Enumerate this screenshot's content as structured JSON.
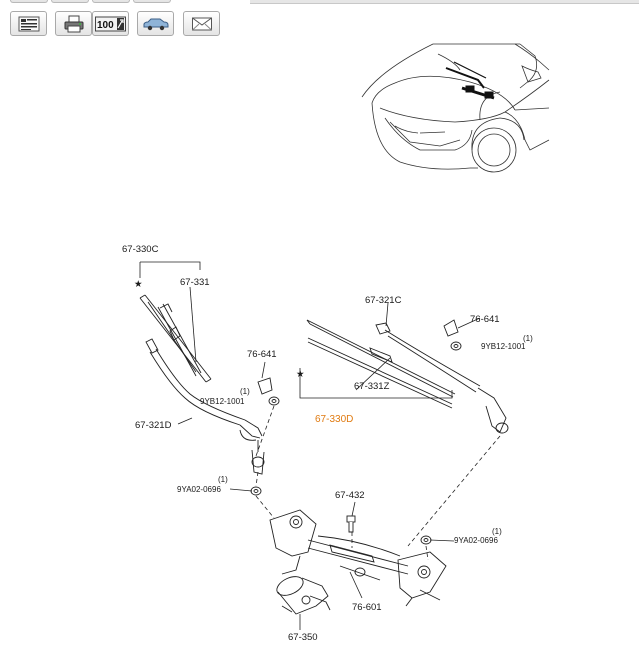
{
  "toolbar": {
    "buttons": [
      {
        "icon": "list-icon"
      },
      {
        "icon": "print-icon"
      },
      {
        "icon": "zoom-100-icon",
        "text": "100"
      },
      {
        "icon": "car-icon"
      },
      {
        "icon": "envelope-icon"
      }
    ]
  },
  "diagram": {
    "colors": {
      "line": "#222222",
      "highlight": "#e07b12"
    },
    "labels": {
      "blade_assembly_left": "67-330C",
      "blade_refill_left": "67-331",
      "blade_assembly_right": "67-330D",
      "blade_refill_right": "67-331Z",
      "arm_left": "67-321D",
      "arm_right": "67-321C",
      "cap_left": "76-641",
      "cap_right": "76-641",
      "nut_arm_left": "9YB12-1001",
      "nut_arm_left_qty": "(1)",
      "nut_arm_right": "9YB12-1001",
      "nut_arm_right_qty": "(1)",
      "nut_pivot_left": "9YA02-0696",
      "nut_pivot_left_qty": "(1)",
      "nut_pivot_right": "9YA02-0696",
      "nut_pivot_right_qty": "(1)",
      "bolt": "67-432",
      "linkage": "76-601",
      "motor": "67-350",
      "star_left": "★",
      "star_right": "★"
    }
  }
}
